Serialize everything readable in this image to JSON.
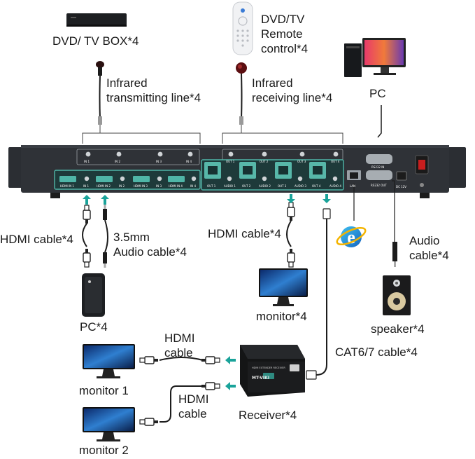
{
  "labels": {
    "dvd_box": "DVD/ TV BOX*4",
    "remote": "DVD/TV\nRemote\ncontrol*4",
    "ir_tx": "Infrared\ntransmitting line*4",
    "ir_rx": "Infrared\nreceiving line*4",
    "pc_top": "PC",
    "hdmi_cable_left": "HDMI cable*4",
    "audio_cable_left": "3.5mm\nAudio cable*4",
    "hdmi_cable_mid": "HDMI cable*4",
    "audio_cable_right": "Audio\ncable*4",
    "pc_left": "PC*4",
    "monitor_mid": "monitor*4",
    "speaker": "speaker*4",
    "hdmi_cable_top": "HDMI\ncable",
    "cat_cable": "CAT6/7 cable*4",
    "monitor1": "monitor 1",
    "hdmi_cable_bottom": "HDMI\ncable",
    "receiver": "Receiver*4",
    "monitor2": "monitor 2"
  },
  "device": {
    "ir_in_ports": [
      "IN 1",
      "IN 2",
      "IN 3",
      "IN 4"
    ],
    "ir_out_ports": [
      "OUT 1",
      "OUT 2",
      "OUT 3",
      "OUT 4"
    ],
    "hdmi_inputs": [
      "HDMI IN 1",
      "HDMI IN 2",
      "HDMI IN 3",
      "HDMI IN 4"
    ],
    "audio_inputs": [
      "IN 1",
      "IN 2",
      "IN 3",
      "IN 4"
    ],
    "outputs": [
      "OUT 1",
      "OUT 2",
      "OUT 3",
      "OUT 4"
    ],
    "audio_outputs": [
      "AUDIO 1",
      "AUDIO 2",
      "AUDIO 3",
      "AUDIO 4"
    ],
    "lan": "LAN",
    "rs232_in": "RS232 IN",
    "rs232_out": "RS232 OUT",
    "dc": "DC 12V",
    "receiver_brand": "MT-VIKI",
    "receiver_model": "HDMI EXTENDER RECEIVER"
  },
  "colors": {
    "arrow": "#1aa39a",
    "panel_accent": "#4fb5a7",
    "chassis": "#2b2e33"
  }
}
